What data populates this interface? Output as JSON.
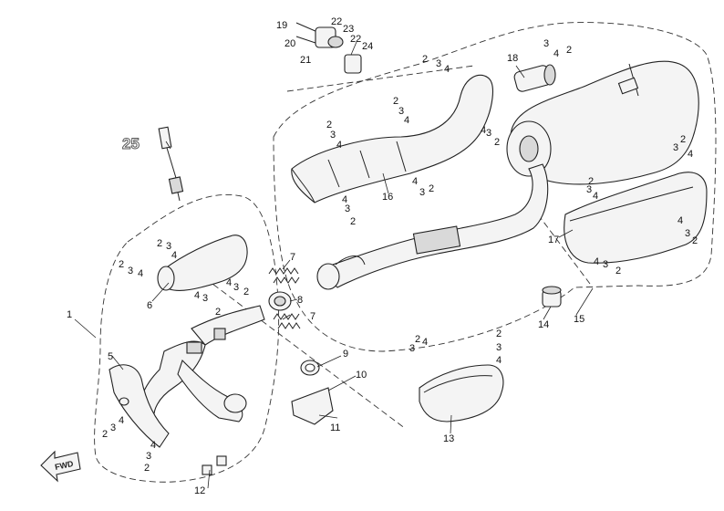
{
  "diagram": {
    "callouts": {
      "c1": "1",
      "c2a": "2",
      "c2b": "2",
      "c2c": "2",
      "c2d": "2",
      "c2e": "2",
      "c2f": "2",
      "c2g": "2",
      "c2h": "2",
      "c2i": "2",
      "c2j": "2",
      "c2k": "2",
      "c2l": "2",
      "c2m": "2",
      "c2n": "2",
      "c2o": "2",
      "c2p": "2",
      "c2q": "2",
      "c2r": "2",
      "c3a": "3",
      "c3b": "3",
      "c3c": "3",
      "c3d": "3",
      "c3e": "3",
      "c3f": "3",
      "c3g": "3",
      "c3h": "3",
      "c3i": "3",
      "c3j": "3",
      "c3k": "3",
      "c3l": "3",
      "c3m": "3",
      "c3n": "3",
      "c3o": "3",
      "c3p": "3",
      "c3q": "3",
      "c4a": "4",
      "c4b": "4",
      "c4c": "4",
      "c4d": "4",
      "c4e": "4",
      "c4f": "4",
      "c4g": "4",
      "c4h": "4",
      "c4i": "4",
      "c4j": "4",
      "c4k": "4",
      "c4l": "4",
      "c4m": "4",
      "c4n": "4",
      "c4o": "4",
      "c4p": "4",
      "c4q": "4",
      "c5": "5",
      "c6": "6",
      "c7a": "7",
      "c7b": "7",
      "c8": "8",
      "c9": "9",
      "c10": "10",
      "c11": "11",
      "c12": "12",
      "c13": "13",
      "c14": "14",
      "c15": "15",
      "c16": "16",
      "c17": "17",
      "c18": "18",
      "c19": "19",
      "c20": "20",
      "c21": "21",
      "c22a": "22",
      "c22b": "22",
      "c23": "23",
      "c24": "24",
      "c25": "25"
    },
    "fwd_label": "FWD"
  }
}
